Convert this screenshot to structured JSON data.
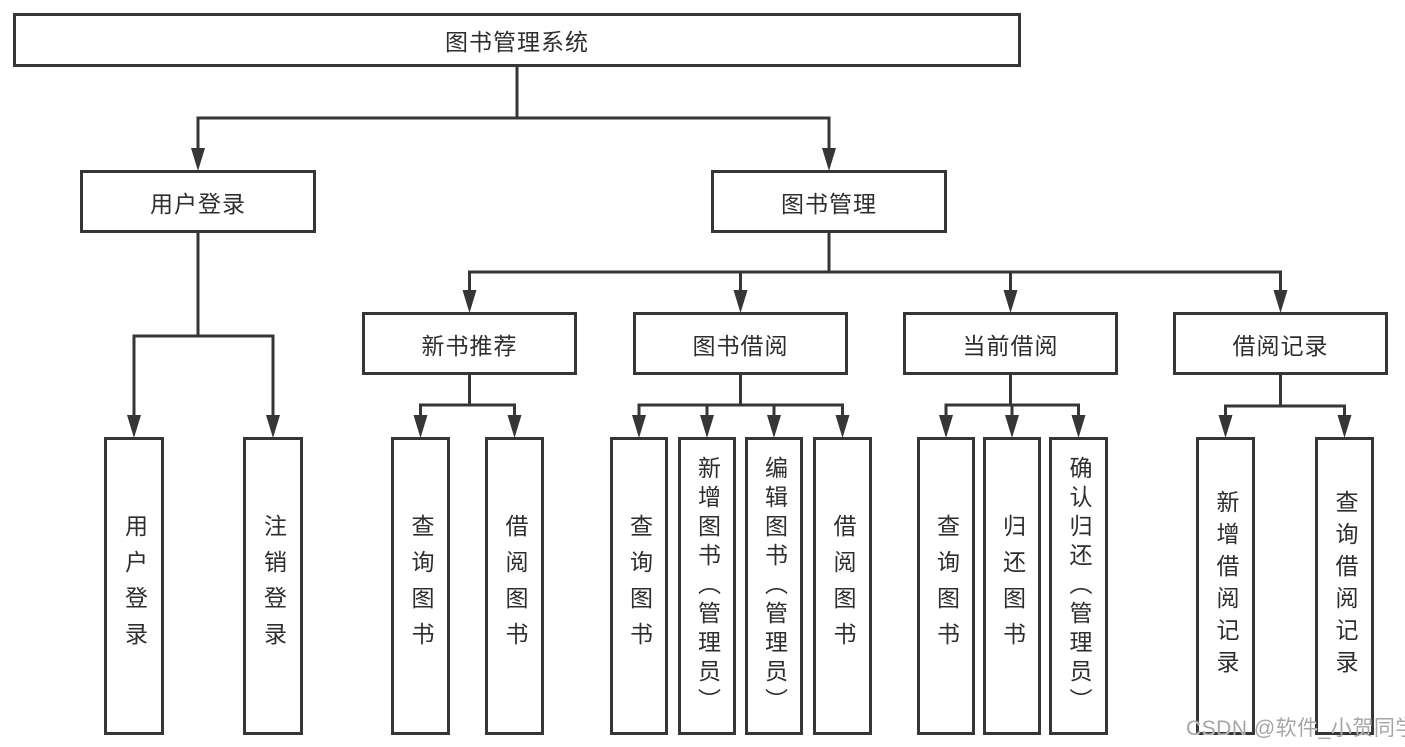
{
  "colors": {
    "line": "#363636",
    "text": "#2e2e2e",
    "background": "#ffffff",
    "watermark": "#a6a6a6"
  },
  "diagram_title": "图书管理系统",
  "nodes": [
    {
      "id": "root",
      "label": "图书管理系统"
    },
    {
      "id": "user-login",
      "label": "用户登录"
    },
    {
      "id": "book-management",
      "label": "图书管理"
    },
    {
      "id": "new-book-recommend",
      "label": "新书推荐"
    },
    {
      "id": "book-borrowing",
      "label": "图书借阅"
    },
    {
      "id": "current-borrowing",
      "label": "当前借阅"
    },
    {
      "id": "borrowing-records",
      "label": "借阅记录"
    },
    {
      "id": "leaf-user-login",
      "label": "用户登录"
    },
    {
      "id": "leaf-logout",
      "label": "注销登录"
    },
    {
      "id": "leaf-query-books-recommend",
      "label": "查询图书"
    },
    {
      "id": "leaf-borrow-books-recommend",
      "label": "借阅图书"
    },
    {
      "id": "leaf-query-books-borrowing",
      "label": "查询图书"
    },
    {
      "id": "leaf-add-book-admin",
      "label": "新增图书（管理员）"
    },
    {
      "id": "leaf-edit-book-admin",
      "label": "编辑图书（管理员）"
    },
    {
      "id": "leaf-borrow-books-borrowing",
      "label": "借阅图书"
    },
    {
      "id": "leaf-query-books-current",
      "label": "查询图书"
    },
    {
      "id": "leaf-return-books",
      "label": "归还图书"
    },
    {
      "id": "leaf-confirm-return-admin",
      "label": "确认归还（管理员）"
    },
    {
      "id": "leaf-add-borrow-record",
      "label": "新增借阅记录"
    },
    {
      "id": "leaf-query-borrow-record",
      "label": "查询借阅记录"
    }
  ],
  "edges": [
    {
      "from": "root",
      "to": [
        "user-login",
        "book-management"
      ]
    },
    {
      "from": "user-login",
      "to": [
        "leaf-user-login",
        "leaf-logout"
      ]
    },
    {
      "from": "book-management",
      "to": [
        "new-book-recommend",
        "book-borrowing",
        "current-borrowing",
        "borrowing-records"
      ]
    },
    {
      "from": "new-book-recommend",
      "to": [
        "leaf-query-books-recommend",
        "leaf-borrow-books-recommend"
      ]
    },
    {
      "from": "book-borrowing",
      "to": [
        "leaf-query-books-borrowing",
        "leaf-add-book-admin",
        "leaf-edit-book-admin",
        "leaf-borrow-books-borrowing"
      ]
    },
    {
      "from": "current-borrowing",
      "to": [
        "leaf-query-books-current",
        "leaf-return-books",
        "leaf-confirm-return-admin"
      ]
    },
    {
      "from": "borrowing-records",
      "to": [
        "leaf-add-borrow-record",
        "leaf-query-borrow-record"
      ]
    }
  ],
  "watermark": {
    "text": "CSDN @软件_小贺同学"
  }
}
